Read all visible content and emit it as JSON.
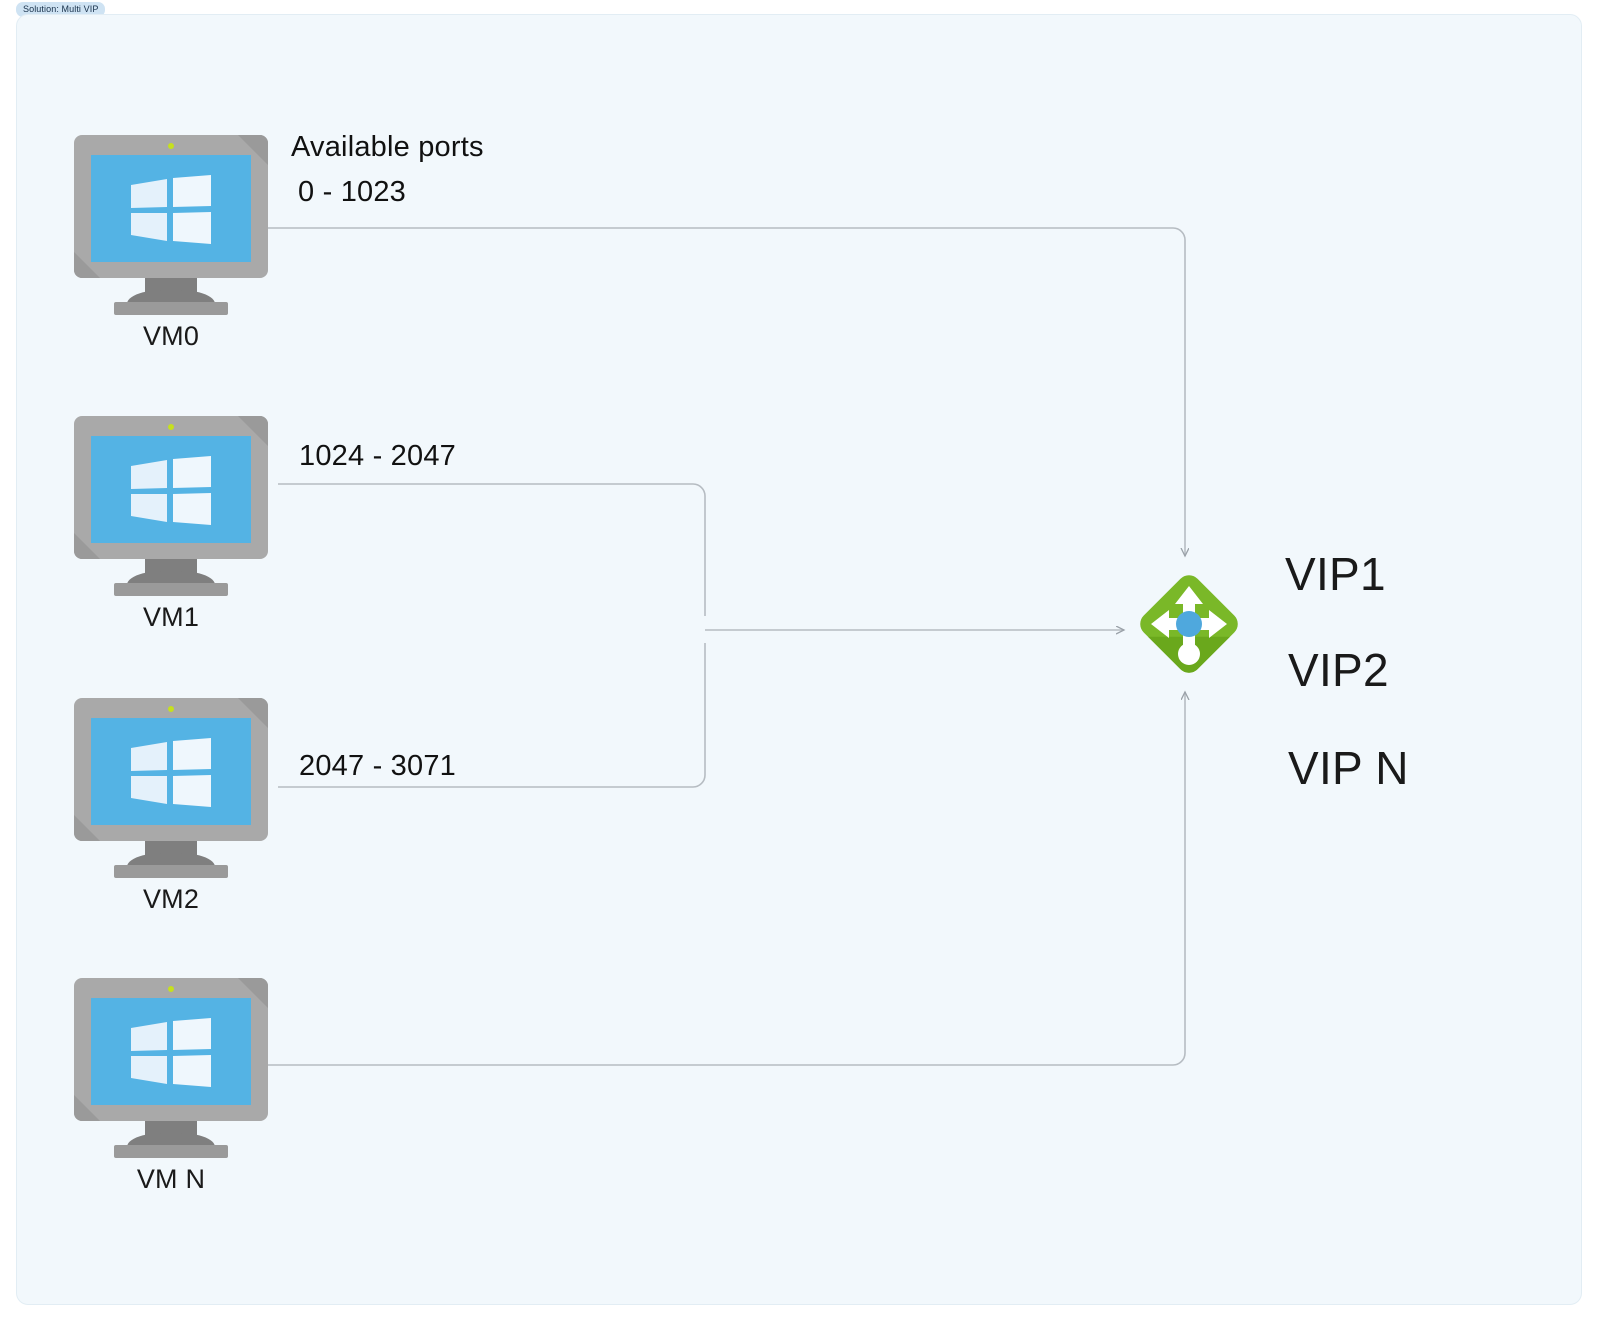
{
  "badge": {
    "label": "Solution: Multi VIP"
  },
  "diagram": {
    "title": "Solution: Multi VIP",
    "colors": {
      "canvas": "#f2f8fc",
      "badge_bg": "#cfe3f3",
      "badge_text": "#17304a",
      "wire": "#b6bcc2",
      "monitor_bezel": "#a9a9a9",
      "monitor_screen": "#54b3e4",
      "monitor_stand": "#7f7f7f",
      "led": "#c6e01e",
      "lb_green": "#7ab828",
      "lb_green_dark": "#6aa81c",
      "lb_blue": "#4fa8dd",
      "text": "#1a1a1a"
    },
    "headers": {
      "available_ports": "Available ports"
    },
    "vms": [
      {
        "name": "VM0",
        "port_range": "0 - 1023",
        "icon": "windows-vm-icon"
      },
      {
        "name": "VM1",
        "port_range": "1024 - 2047",
        "icon": "windows-vm-icon"
      },
      {
        "name": "VM2",
        "port_range": "2047 - 3071",
        "icon": "windows-vm-icon"
      },
      {
        "name": "VM N",
        "port_range": "",
        "icon": "windows-vm-icon"
      }
    ],
    "load_balancer": {
      "icon": "load-balancer-icon"
    },
    "vips": [
      {
        "label": "VIP1"
      },
      {
        "label": "VIP2"
      },
      {
        "label": "VIP N"
      }
    ]
  }
}
